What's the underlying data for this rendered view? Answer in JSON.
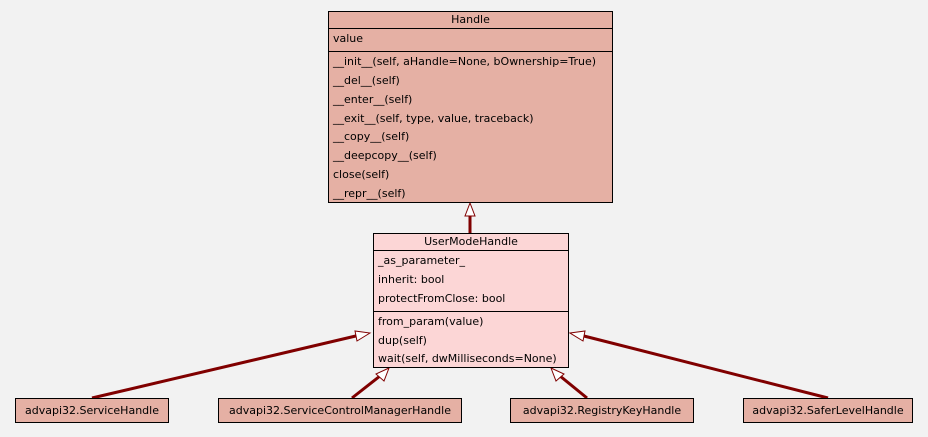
{
  "diagram": {
    "handle": {
      "name": "Handle",
      "attributes": [
        "value"
      ],
      "methods": [
        "__init__(self, aHandle=None, bOwnership=True)",
        "__del__(self)",
        "__enter__(self)",
        "__exit__(self, type, value, traceback)",
        "__copy__(self)",
        "__deepcopy__(self)",
        "close(self)",
        "__repr__(self)"
      ]
    },
    "usermode": {
      "name": "UserModeHandle",
      "attributes": [
        "_as_parameter_",
        "inherit: bool",
        "protectFromClose: bool"
      ],
      "methods": [
        "from_param(value)",
        "dup(self)",
        "wait(self, dwMilliseconds=None)"
      ]
    },
    "subclasses": [
      "advapi32.ServiceHandle",
      "advapi32.ServiceControlManagerHandle",
      "advapi32.RegistryKeyHandle",
      "advapi32.SaferLevelHandle"
    ],
    "colors": {
      "base_class_fill": "#e5b0a4",
      "mid_class_fill": "#fcd6d6",
      "edge": "#800000",
      "background": "#f2f2f2"
    }
  }
}
